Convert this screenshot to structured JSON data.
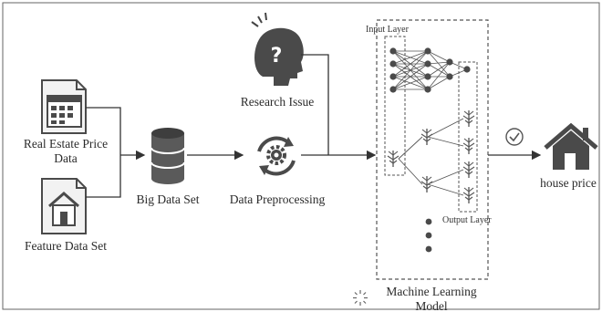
{
  "labels": {
    "real_estate_line1": "Real Estate Price",
    "real_estate_line2": "Data",
    "feature_data_set": "Feature Data Set",
    "big_data_set": "Big Data Set",
    "research_issue": "Research Issue",
    "data_preprocessing": "Data Preprocessing",
    "input_layer": "Input Layer",
    "output_layer": "Output Layer",
    "ml_model_line1": "Machine Learning",
    "ml_model_line2": "Model",
    "house_price": "house price"
  },
  "icons": {
    "real_estate": "calendar-document-icon",
    "feature_data": "house-document-icon",
    "big_data": "database-icon",
    "research": "thinking-head-icon",
    "preprocessing": "gear-cycle-icon",
    "check": "check-circle-icon",
    "house": "house-icon",
    "sparkle": "sparkle-icon"
  },
  "colors": {
    "icon": "#4a4a4a",
    "line": "#333333",
    "border": "#555555"
  }
}
